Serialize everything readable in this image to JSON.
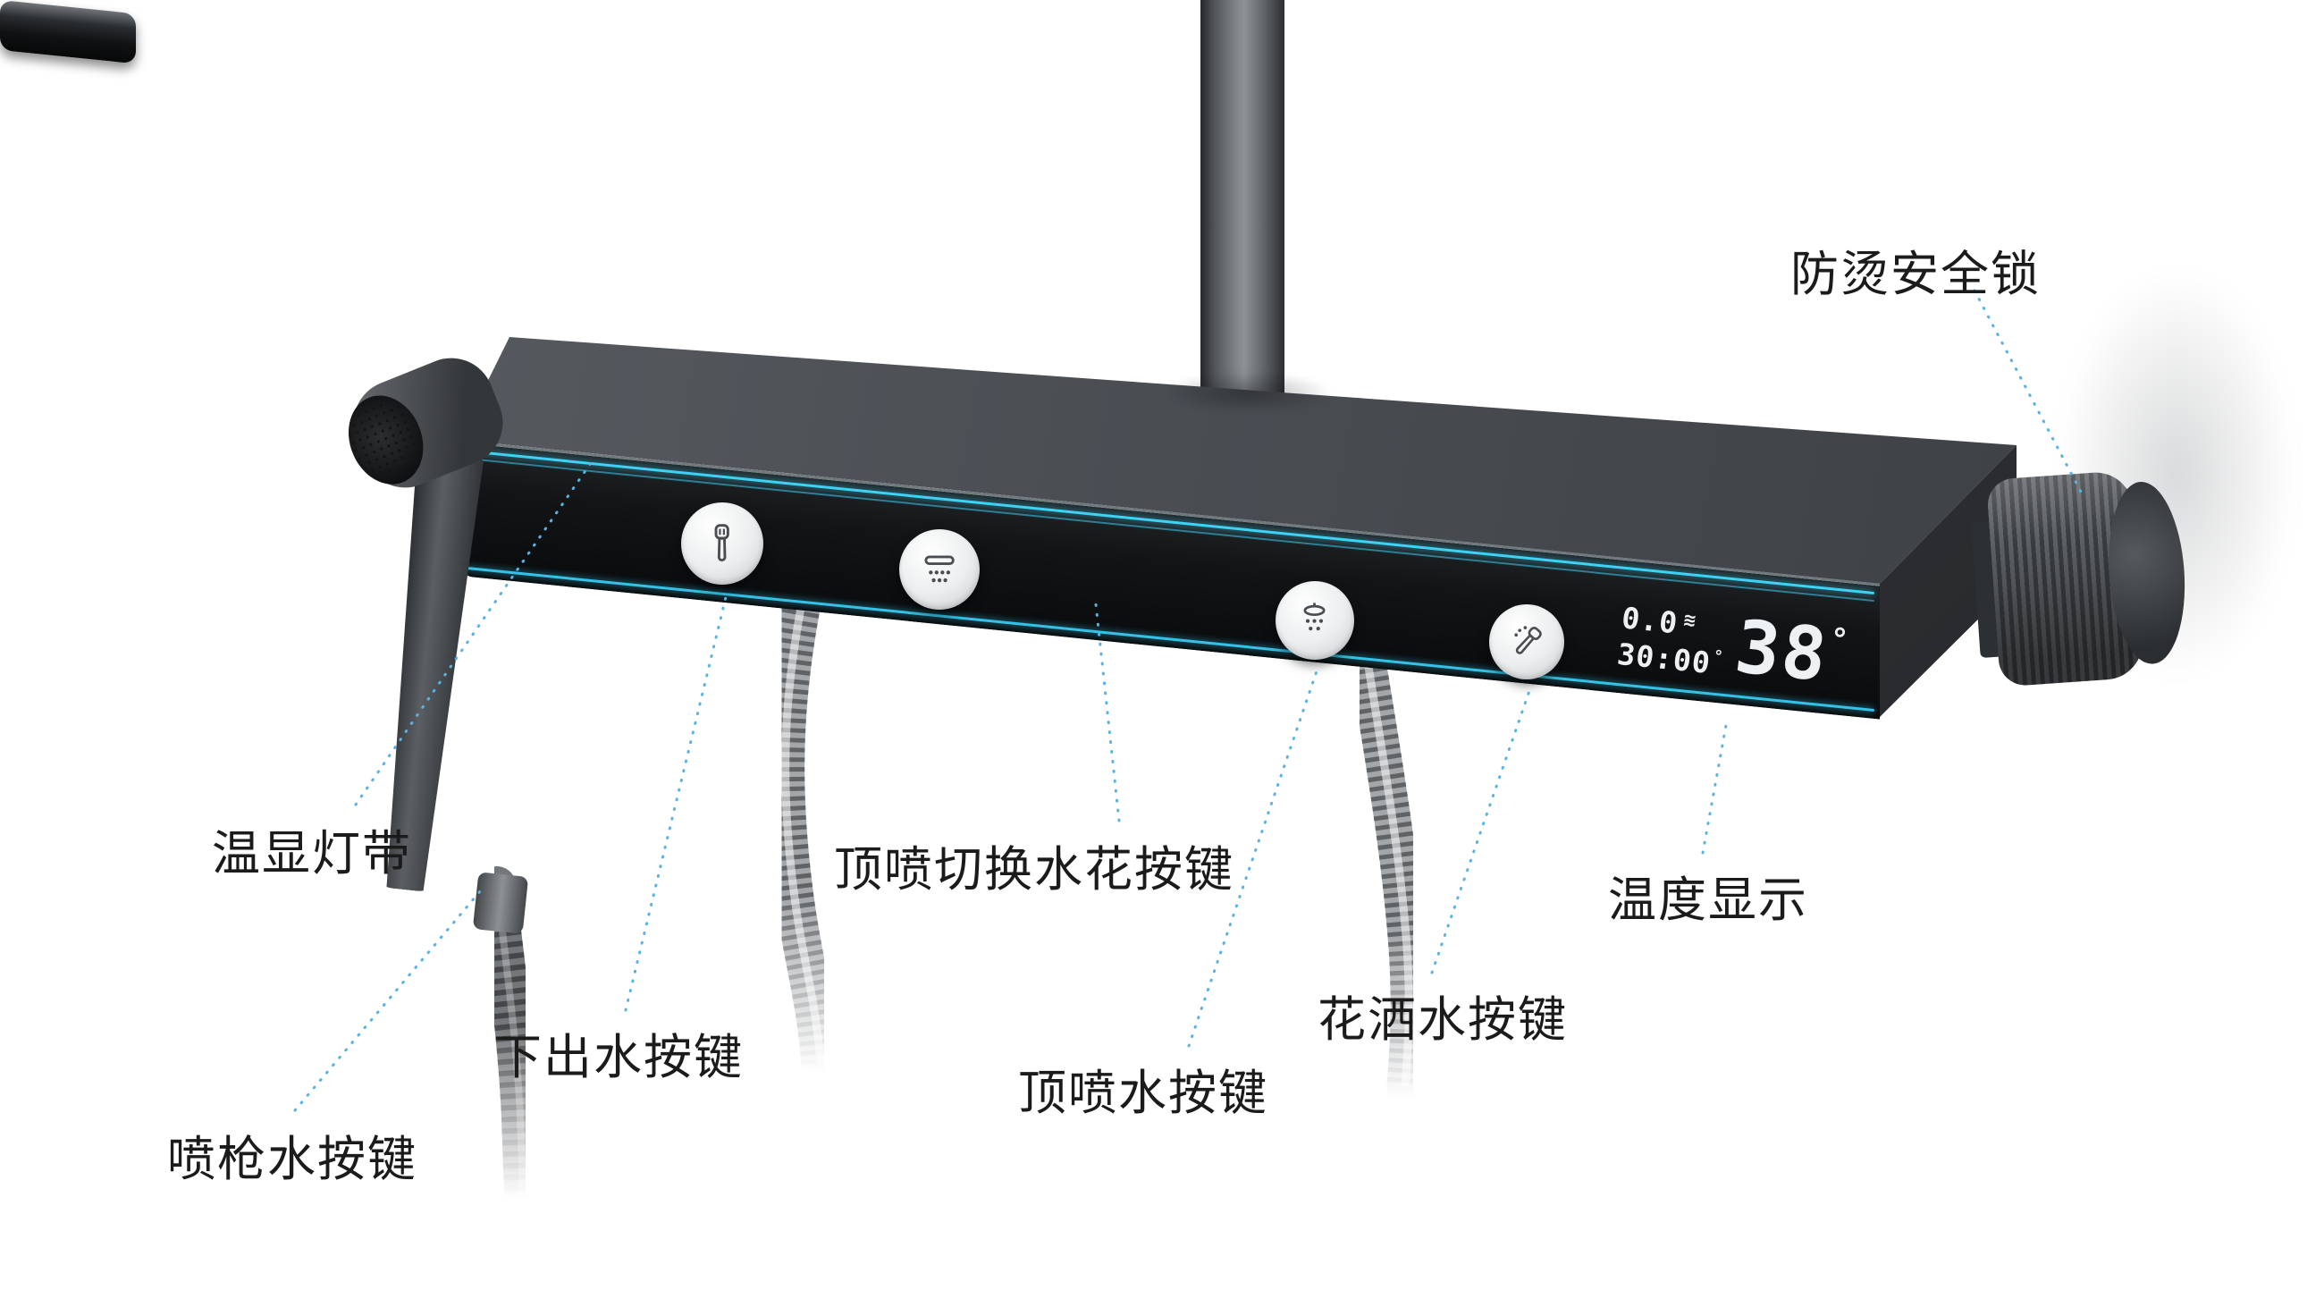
{
  "colors": {
    "background": "#ffffff",
    "light_strip": "#3ed2f4",
    "leader_line": "#58b2e2",
    "label_text": "#1b1b1b",
    "panel_black": "#0d0f11",
    "body_gray": "#4b4f54"
  },
  "labels": {
    "safety_lock": "防烫安全锁",
    "temp_light_strip": "温显灯带",
    "spray_gun_button": "喷枪水按键",
    "bottom_outlet_button": "下出水按键",
    "top_spray_pattern_button": "顶喷切换水花按键",
    "top_spray_button": "顶喷水按键",
    "hand_shower_button": "花洒水按键",
    "temperature_display": "温度显示"
  },
  "display": {
    "flow_value": "0.0",
    "flow_glyph": "≋",
    "timer_value": "30:00",
    "temp_value": "38",
    "degree": "°"
  },
  "device": {
    "buttons": [
      {
        "name": "bottom-outlet-button",
        "icon": "hand-wand-icon"
      },
      {
        "name": "rain-spray-button",
        "icon": "rain-bar-icon"
      },
      {
        "name": "top-spray-pattern-toggle",
        "icon": "toggle-key"
      },
      {
        "name": "top-spray-button",
        "icon": "showerhead-icon"
      },
      {
        "name": "hand-shower-button",
        "icon": "angled-wand-icon"
      }
    ],
    "parts": [
      "riser-pipe",
      "spray-gun",
      "temperature-knob",
      "lcd-display",
      "light-strip",
      "hoses"
    ]
  }
}
